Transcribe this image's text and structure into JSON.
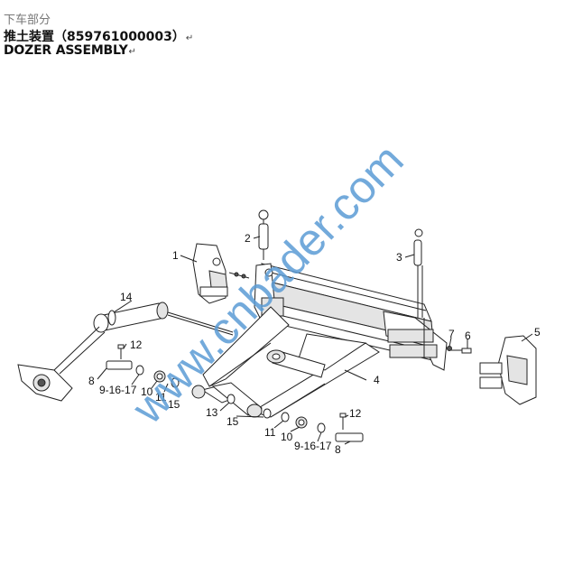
{
  "header": {
    "section": "下车部分",
    "title_cn": "推土装置（859761000003）",
    "title_en": "DOZER ASSEMBLY",
    "return_mark": "↵"
  },
  "callouts": [
    {
      "id": "c1",
      "label": "1"
    },
    {
      "id": "c2",
      "label": "2"
    },
    {
      "id": "c3",
      "label": "3"
    },
    {
      "id": "c4",
      "label": "4"
    },
    {
      "id": "c5",
      "label": "5"
    },
    {
      "id": "c6",
      "label": "6"
    },
    {
      "id": "c7",
      "label": "7"
    },
    {
      "id": "c8a",
      "label": "8"
    },
    {
      "id": "c8b",
      "label": "8"
    },
    {
      "id": "c9a",
      "label": "9-16-17"
    },
    {
      "id": "c9b",
      "label": "9-16-17"
    },
    {
      "id": "c10a",
      "label": "10"
    },
    {
      "id": "c10b",
      "label": "10"
    },
    {
      "id": "c11a",
      "label": "11"
    },
    {
      "id": "c11b",
      "label": "11"
    },
    {
      "id": "c12a",
      "label": "12"
    },
    {
      "id": "c12b",
      "label": "12"
    },
    {
      "id": "c13",
      "label": "13"
    },
    {
      "id": "c14",
      "label": "14"
    },
    {
      "id": "c15a",
      "label": "15"
    },
    {
      "id": "c15b",
      "label": "15"
    }
  ],
  "watermark": "www.cnbader.com",
  "colors": {
    "watermark": "#5b9bd5",
    "line": "#222222",
    "text": "#111111"
  }
}
